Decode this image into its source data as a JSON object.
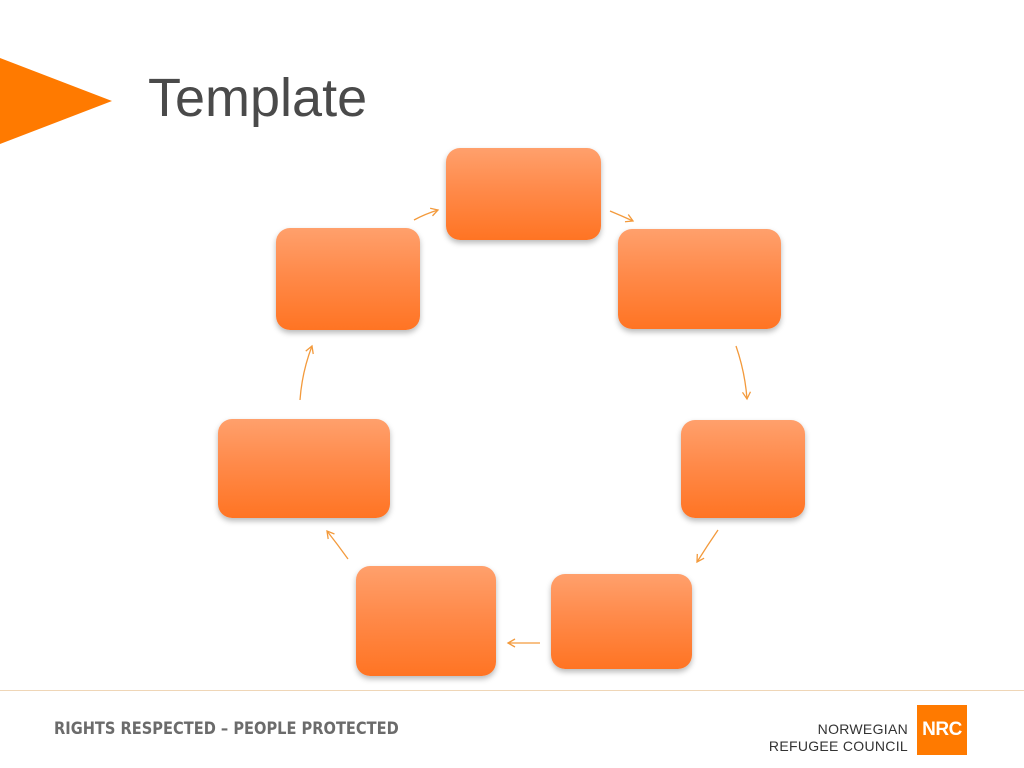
{
  "slide": {
    "title": "Template"
  },
  "diagram": {
    "node_labels": [
      "",
      "",
      "",
      "",
      "",
      "",
      ""
    ],
    "arrow_color": "#f39a3c",
    "node_color": "#ff8a4a"
  },
  "footer": {
    "tagline": "RIGHTS RESPECTED – PEOPLE PROTECTED",
    "org_line1": "NORWEGIAN",
    "org_line2": "REFUGEE COUNCIL",
    "logo_text": "NRC"
  },
  "colors": {
    "accent": "#ff7a00",
    "title_text": "#4a4a4a",
    "footer_rule": "#efd6b7"
  }
}
